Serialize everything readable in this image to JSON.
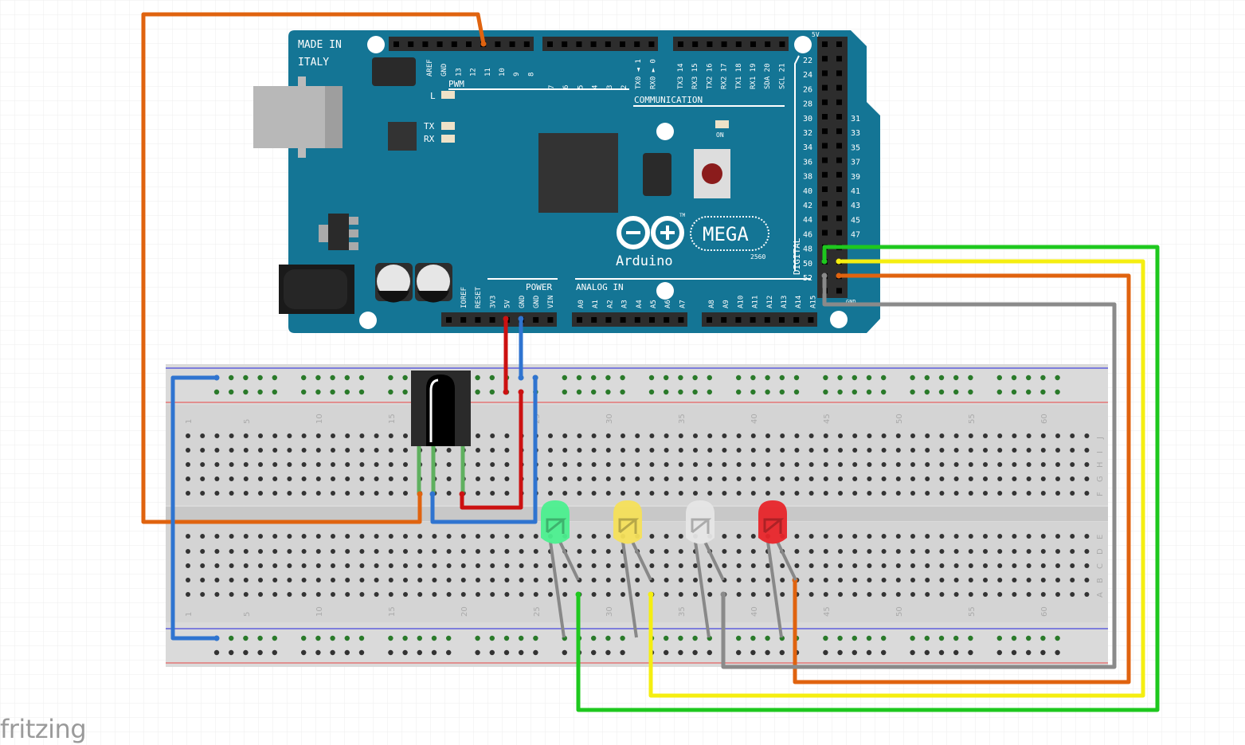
{
  "board": {
    "made_in": "MADE IN",
    "italy": "ITALY",
    "brand": "Arduino",
    "model": "MEGA",
    "model_sub": "2560",
    "tm": "TM",
    "pwm": "PWM",
    "communication": "COMMUNICATION",
    "power": "POWER",
    "analog_in": "ANALOG IN",
    "digital": "DIGITAL",
    "led_l": "L",
    "led_tx": "TX",
    "led_rx": "RX",
    "led_on": "ON",
    "five_v": "5V",
    "gnd": "GND",
    "top_pins_a": [
      "AREF",
      "GND",
      "13",
      "12",
      "11",
      "10",
      "9",
      "8"
    ],
    "top_pins_b": [
      "7",
      "6",
      "5",
      "4",
      "3",
      "2",
      "TX0 ◄ 1",
      "RX0 ► 0"
    ],
    "top_pins_c": [
      "TX3 14",
      "RX3 15",
      "TX2 16",
      "RX2 17",
      "TX1 18",
      "RX1 19",
      "SDA 20",
      "SCL 21"
    ],
    "power_pins": [
      "IOREF",
      "RESET",
      "3V3",
      "5V",
      "GND",
      "GND",
      "VIN"
    ],
    "analog_pins_a": [
      "A0",
      "A1",
      "A2",
      "A3",
      "A4",
      "A5",
      "A6",
      "A7"
    ],
    "analog_pins_b": [
      "A8",
      "A9",
      "A10",
      "A11",
      "A12",
      "A13",
      "A14",
      "A15"
    ],
    "digital_left": [
      "22",
      "24",
      "26",
      "28",
      "30",
      "32",
      "34",
      "36",
      "38",
      "40",
      "42",
      "44",
      "46",
      "48",
      "50",
      "52"
    ],
    "digital_right": [
      "31",
      "33",
      "35",
      "37",
      "39",
      "41",
      "43",
      "45",
      "47"
    ]
  },
  "breadboard": {
    "column_labels": [
      "1",
      "5",
      "10",
      "15",
      "20",
      "25",
      "30",
      "35",
      "40",
      "45",
      "50",
      "55",
      "60"
    ],
    "row_labels_top": [
      "J",
      "I",
      "H",
      "G",
      "F"
    ],
    "row_labels_bottom": [
      "E",
      "D",
      "C",
      "B",
      "A"
    ]
  },
  "components": {
    "leds": [
      {
        "color": "green",
        "fill": "#4cf08f"
      },
      {
        "color": "yellow",
        "fill": "#f5e05a"
      },
      {
        "color": "white",
        "fill": "#e6e6e6"
      },
      {
        "color": "red",
        "fill": "#e8252a"
      }
    ],
    "ir_receiver": {
      "color": "#222222"
    }
  },
  "wire_colors": {
    "orange": "#e0630f",
    "red": "#cc1111",
    "blue": "#2f74d0",
    "green": "#1ec81e",
    "yellow": "#f5ee10",
    "gray": "#8a8a8a"
  },
  "colors": {
    "board": "#147595",
    "breadboard": "#d9d9d9"
  },
  "logo": "fritzing"
}
